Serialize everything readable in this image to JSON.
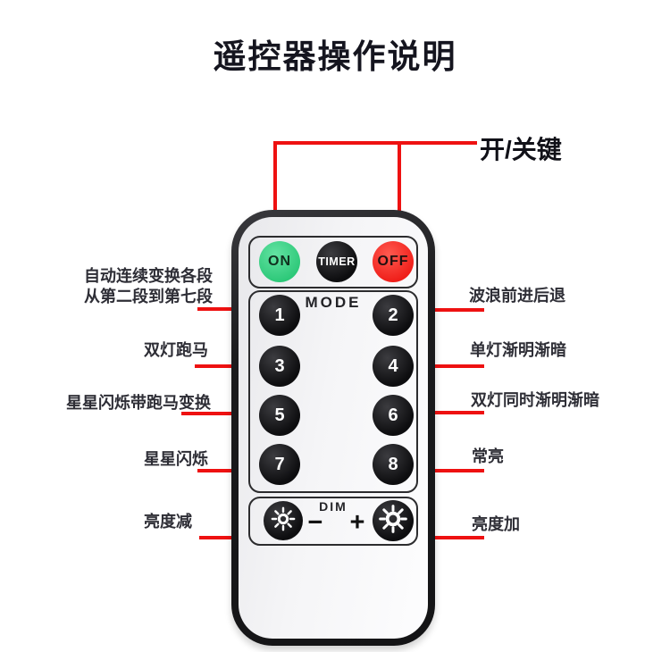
{
  "title": "遥控器操作说明",
  "power_callout": {
    "label": "开/关键",
    "points_to": [
      "on-button",
      "off-button"
    ]
  },
  "left_callouts": [
    {
      "label": "自动连续变换各段\n从第二段到第七段",
      "target": "mode-button-1"
    },
    {
      "label": "双灯跑马",
      "target": "mode-button-3"
    },
    {
      "label": "星星闪烁带跑马变换",
      "target": "mode-button-5"
    },
    {
      "label": "星星闪烁",
      "target": "mode-button-7"
    },
    {
      "label": "亮度减",
      "target": "dim-brightness-down-button"
    }
  ],
  "right_callouts": [
    {
      "label": "波浪前进后退",
      "target": "mode-button-2"
    },
    {
      "label": "单灯渐明渐暗",
      "target": "mode-button-4"
    },
    {
      "label": "双灯同时渐明渐暗",
      "target": "mode-button-6"
    },
    {
      "label": "常亮",
      "target": "mode-button-8"
    },
    {
      "label": "亮度加",
      "target": "dim-brightness-up-button"
    }
  ],
  "remote": {
    "power_row": {
      "on": "ON",
      "timer": "TIMER",
      "off": "OFF"
    },
    "mode": {
      "label": "MODE",
      "buttons": [
        "1",
        "2",
        "3",
        "4",
        "5",
        "6",
        "7",
        "8"
      ]
    },
    "dim": {
      "label": "DIM",
      "minus": "−",
      "plus": "+"
    }
  },
  "colors": {
    "annotation_red": "#ee1111",
    "on_button_green": "#2cc878",
    "off_button_red": "#ef1d18",
    "button_black": "#0d0d0f",
    "remote_frame_black": "#1b1b1d"
  }
}
